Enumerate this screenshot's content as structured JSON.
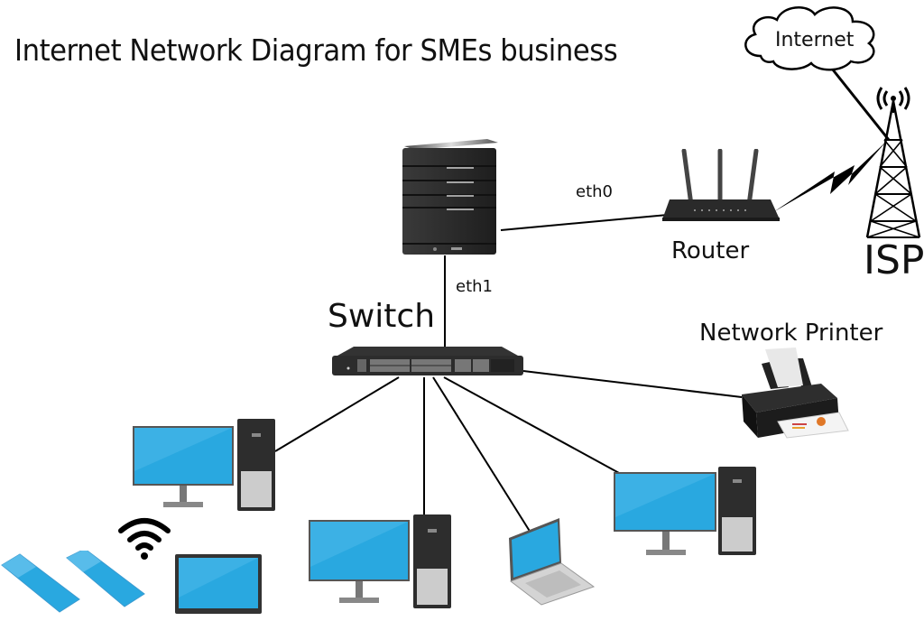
{
  "title": "Internet Network Diagram for SMEs business",
  "nodes": {
    "internet": {
      "label": "Internet",
      "icon": "cloud-icon"
    },
    "isp": {
      "label": "ISP",
      "icon": "cell-tower-icon"
    },
    "router": {
      "label": "Router",
      "icon": "router-icon"
    },
    "server": {
      "label": "",
      "icon": "server-icon"
    },
    "switch": {
      "label": "Switch",
      "icon": "network-switch-icon"
    },
    "printer": {
      "label": "Network Printer",
      "icon": "printer-icon"
    },
    "desktop_left": {
      "label": "",
      "icon": "desktop-computer-icon"
    },
    "desktop_center": {
      "label": "",
      "icon": "desktop-computer-icon"
    },
    "desktop_right": {
      "label": "",
      "icon": "desktop-computer-icon"
    },
    "laptop": {
      "label": "",
      "icon": "laptop-icon"
    },
    "tablet": {
      "label": "",
      "icon": "tablet-icon"
    },
    "phones": {
      "label": "",
      "icon": "smartphone-icon"
    },
    "wifi": {
      "label": "",
      "icon": "wifi-icon"
    }
  },
  "links": [
    {
      "from": "internet",
      "to": "isp",
      "label": ""
    },
    {
      "from": "isp",
      "to": "router",
      "label": "",
      "type": "wireless"
    },
    {
      "from": "server",
      "to": "router",
      "label": "eth0"
    },
    {
      "from": "server",
      "to": "switch",
      "label": "eth1"
    },
    {
      "from": "switch",
      "to": "printer",
      "label": ""
    },
    {
      "from": "switch",
      "to": "desktop_left",
      "label": ""
    },
    {
      "from": "switch",
      "to": "desktop_center",
      "label": ""
    },
    {
      "from": "switch",
      "to": "laptop",
      "label": ""
    },
    {
      "from": "switch",
      "to": "desktop_right",
      "label": ""
    }
  ],
  "link_labels": {
    "eth0": "eth0",
    "eth1": "eth1"
  },
  "colors": {
    "screen": "#29a8e0",
    "device": "#2b2b2b",
    "line": "#000000"
  }
}
